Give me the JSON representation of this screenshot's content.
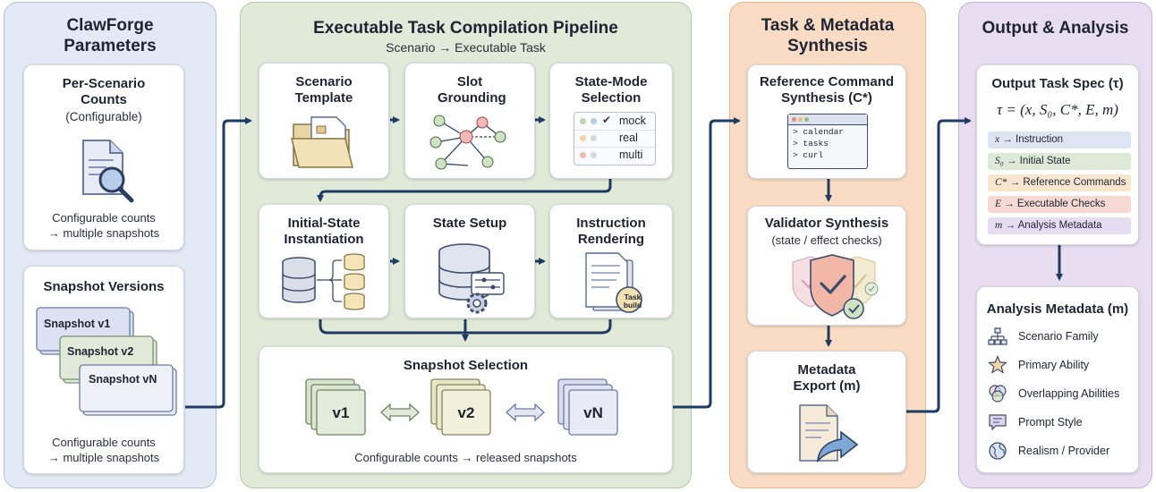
{
  "params": {
    "title": "ClawForge Parameters",
    "counts_card": {
      "title": "Per-Scenario Counts",
      "subtitle": "(Configurable)",
      "footer": [
        "Configurable counts",
        "→ multiple snapshots"
      ]
    },
    "snapshots_card": {
      "title": "Snapshot Versions",
      "sheets": [
        "Snapshot v1",
        "Snapshot v2",
        "Snapshot vN"
      ],
      "footer": [
        "Configurable counts",
        "→ multiple snapshots"
      ]
    }
  },
  "pipeline": {
    "title": "Executable Task Compilation Pipeline",
    "subtitle": "Scenario → Executable Task",
    "row1": [
      {
        "title": "Scenario Template"
      },
      {
        "title": "Slot Grounding"
      },
      {
        "title": "State-Mode Selection",
        "modes": [
          "mock",
          "real",
          "multi"
        ]
      }
    ],
    "row2": [
      {
        "title": "Initial-State Instantiation"
      },
      {
        "title": "State Setup"
      },
      {
        "title": "Instruction Rendering",
        "badge": [
          "Task",
          "build"
        ]
      }
    ],
    "snapshot_selection": {
      "title": "Snapshot Selection",
      "versions": [
        "v1",
        "v2",
        "vN"
      ],
      "footer": "Configurable counts → released snapshots"
    }
  },
  "synthesis": {
    "title": "Task & Metadata Synthesis",
    "ref_card": {
      "title": "Reference Command Synthesis (C*)",
      "terminal_lines": [
        "> calendar",
        "> tasks",
        "> curl"
      ]
    },
    "validator_card": {
      "title": "Validator Synthesis",
      "subtitle": "(state / effect checks)"
    },
    "export_card": {
      "title": "Metadata Export (m)"
    }
  },
  "output": {
    "title": "Output & Analysis",
    "spec_card": {
      "title": "Output Task Spec (τ)",
      "formula": "τ = (x, S₀, C*, E, m)",
      "rows": [
        {
          "sym": "x",
          "text": "→ Instruction",
          "color": "#dde5f3"
        },
        {
          "sym": "S₀",
          "text": "→ Initial State",
          "color": "#dcead7"
        },
        {
          "sym": "C*",
          "text": "→ Reference Commands",
          "color": "#f8e6cf"
        },
        {
          "sym": "E",
          "text": "→ Executable Checks",
          "color": "#f6d9d2"
        },
        {
          "sym": "m",
          "text": "→ Analysis Metadata",
          "color": "#e7ddf0"
        }
      ]
    },
    "meta_card": {
      "title": "Analysis Metadata (m)",
      "items": [
        "Scenario Family",
        "Primary Ability",
        "Overlapping Abilities",
        "Prompt Style",
        "Realism / Provider"
      ]
    }
  },
  "colors": {
    "blue_panel": "#e4e9f6",
    "green_panel": "#e1ead8",
    "orange_panel": "#f9dcc3",
    "purple_panel": "#e8ddf1",
    "arrow": "#1e3b63"
  }
}
